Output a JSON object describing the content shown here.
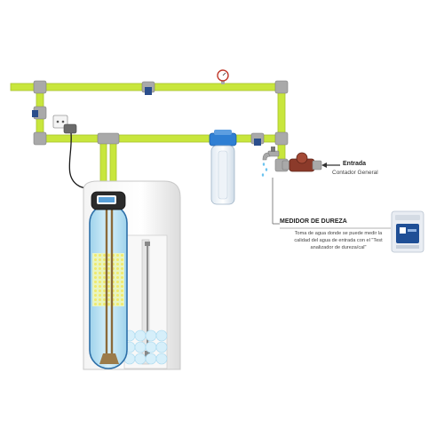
{
  "labels": {
    "entrada_title": "Entrada",
    "entrada_subtitle": "Contador General",
    "medidor_title": "MEDIDOR DE DUREZA",
    "medidor_description": "Toma de agua donde se puede medir la calidad del agua de entrada con el \"Test analizador de dureza/cal\""
  },
  "components": {
    "valve_icons": [
      "ball-valve-icon",
      "pressure-gauge-icon",
      "water-meter-icon",
      "faucet-icon",
      "power-outlet-icon"
    ],
    "products": [
      "water-softener-tank",
      "brine-tank",
      "sediment-filter-housing",
      "hardness-test-kit"
    ]
  },
  "colors": {
    "pipe": "#c8e63c",
    "pipe_edge": "#a8c22c",
    "fitting": "#a9a9a9",
    "valve_handle": "#2b4e8c",
    "tank_water": "#bfe4f4",
    "resin": "#f1ec8a",
    "filter_cap": "#2f7fd3",
    "meter_brown": "#8b3a2a",
    "drip": "#6cc4ef"
  }
}
